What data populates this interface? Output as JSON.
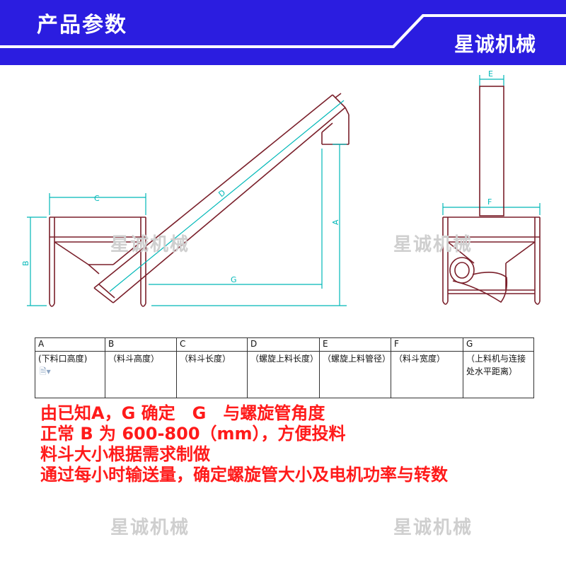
{
  "banner": {
    "title": "产品参数",
    "brand": "星诚机械",
    "color_primary": "#2b1de0",
    "color_accent": "#ffffff"
  },
  "drawing": {
    "dimension_labels": {
      "A": "A",
      "B": "B",
      "C": "C",
      "D": "D",
      "E": "E",
      "F": "F",
      "G": "G"
    },
    "line_color": "#7a1f2a",
    "dimension_color": "#00b8b8"
  },
  "watermark": "星诚机械",
  "table": {
    "headers": [
      "A",
      "B",
      "C",
      "D",
      "E",
      "F",
      "G"
    ],
    "cells": [
      "(下料口高度)",
      "（料斗高度）",
      "（料斗长度）",
      "（螺旋上料长度）",
      "（螺旋上料管径）",
      "（料斗宽度）",
      "（上料机与连接处水平距离）"
    ]
  },
  "notes": [
    "由已知A，G 确定　G　与螺旋管角度",
    "正常 B 为 600-800（mm），方便投料",
    "料斗大小根据需求制做",
    "通过每小时输送量，确定螺旋管大小及电机功率与转数"
  ],
  "notes_color": "#ff1a1a"
}
